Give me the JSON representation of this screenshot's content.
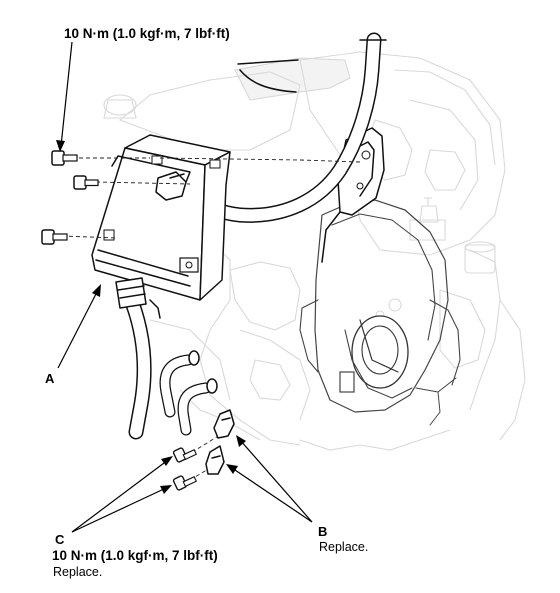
{
  "labels": {
    "torque_top": "10 N·m (1.0 kgf·m, 7 lbf·ft)",
    "callout_a": "A",
    "callout_b": "B",
    "callout_b_note": "Replace.",
    "callout_c": "C",
    "torque_bottom": "10 N·m (1.0 kgf·m, 7 lbf·ft)",
    "callout_c_note": "Replace."
  }
}
